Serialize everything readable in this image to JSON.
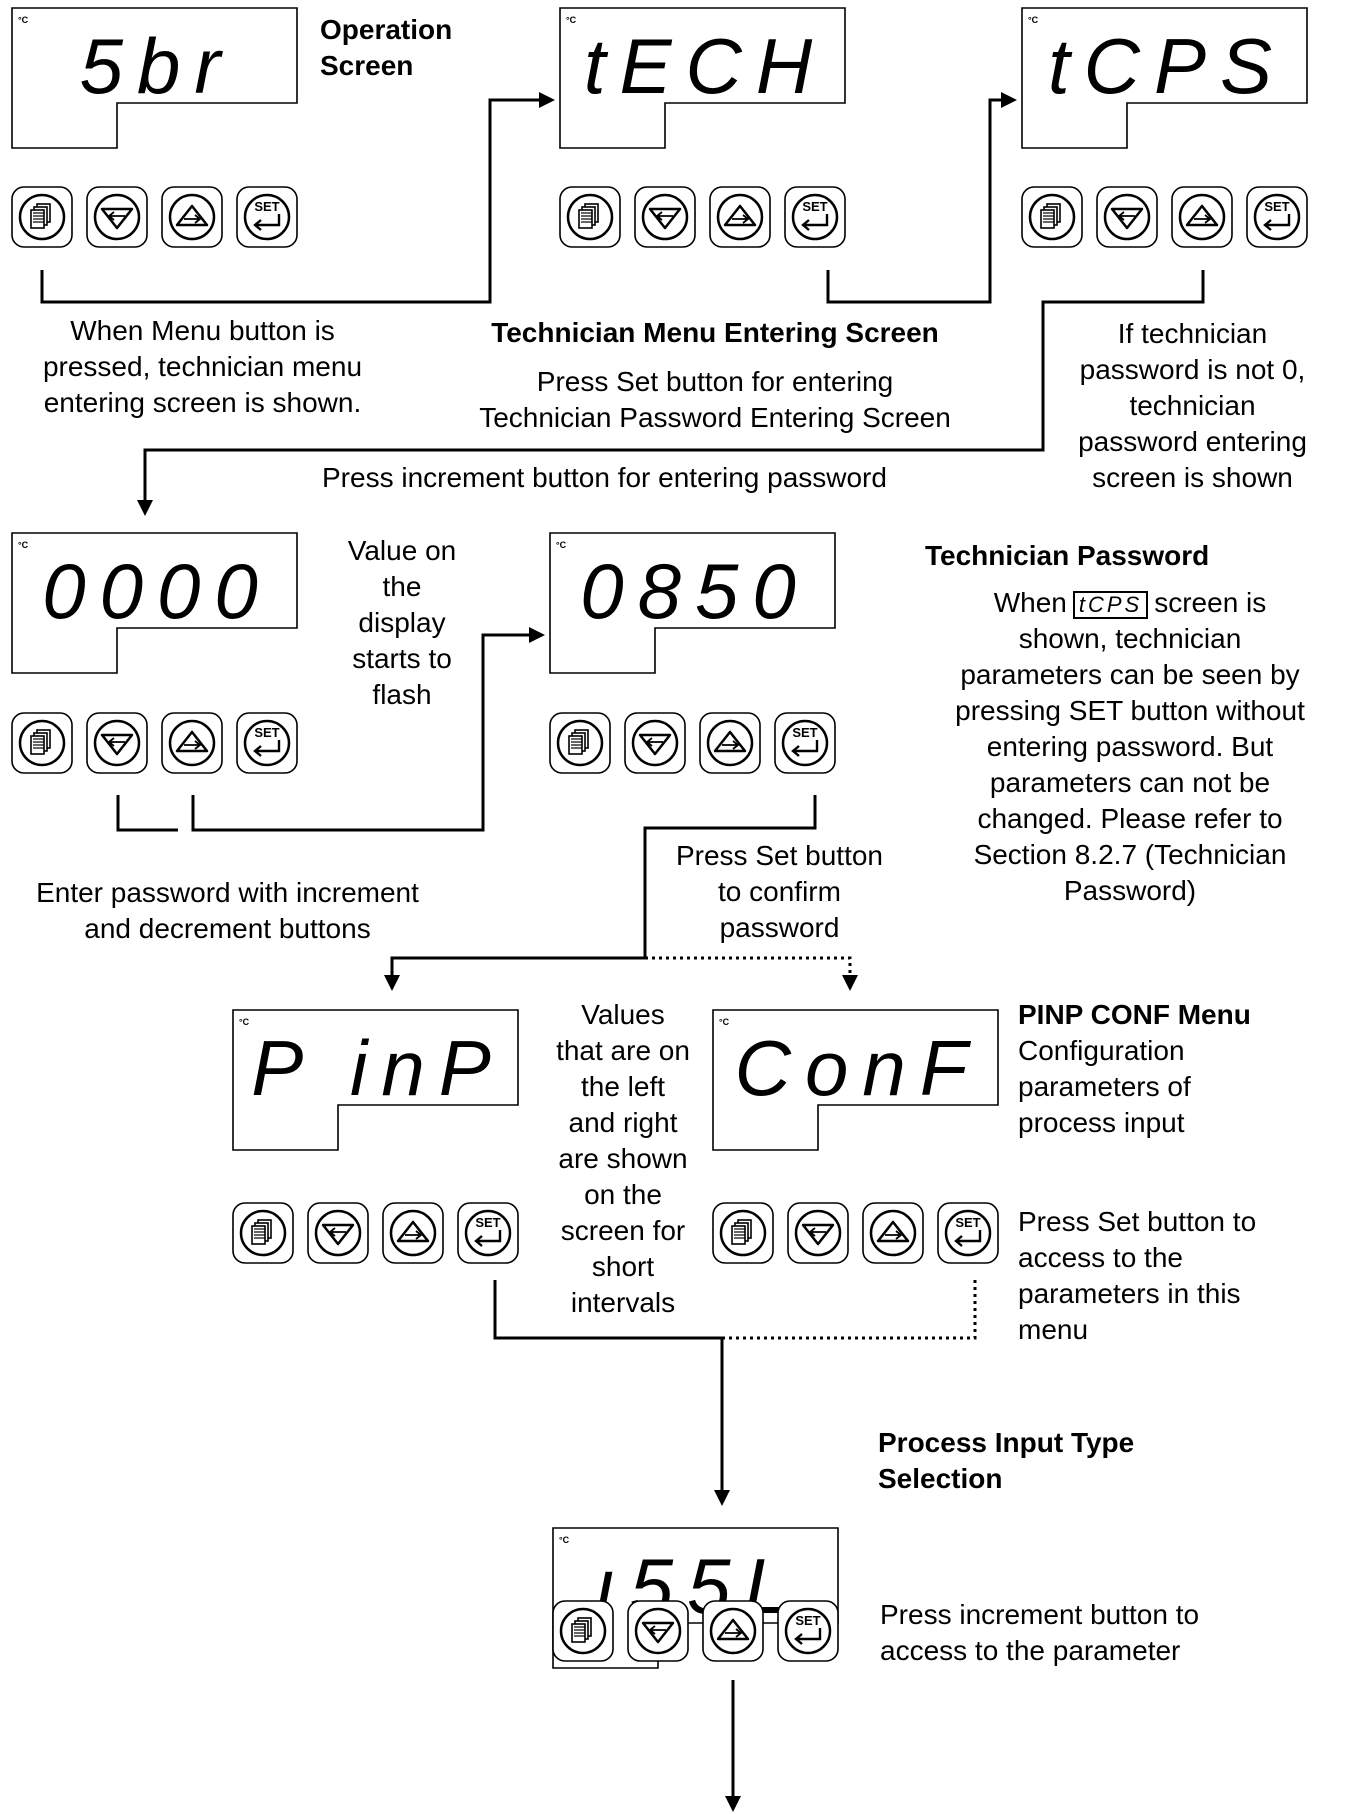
{
  "displays": [
    {
      "id": "operation",
      "text": "5br",
      "unit": "°C"
    },
    {
      "id": "tech",
      "text": "tECH",
      "unit": "°C"
    },
    {
      "id": "tcps",
      "text": "tCPS",
      "unit": "°C"
    },
    {
      "id": "pass0",
      "text": "0000",
      "unit": "°C"
    },
    {
      "id": "pass850",
      "text": "0850",
      "unit": "°C"
    },
    {
      "id": "pinp",
      "text": "P  inP",
      "unit": "°C"
    },
    {
      "id": "conf",
      "text": "ConF",
      "unit": "°C"
    },
    {
      "id": "issl",
      "text": "ı55L",
      "unit": "°C"
    }
  ],
  "buttons": {
    "menu_icon": "menu-icon",
    "decrement_icon": "decrement-icon",
    "increment_icon": "increment-icon",
    "set_label": "SET"
  },
  "labels": {
    "operation_screen": [
      "Operation",
      "Screen"
    ],
    "menu_pressed": [
      "When Menu button is",
      "pressed, technician menu",
      "entering screen is shown."
    ],
    "tech_menu_title": "Technician Menu Entering Screen",
    "tech_menu_desc": [
      "Press Set button for entering",
      "Technician Password Entering Screen"
    ],
    "password_not_zero": [
      "If technician",
      "password is not 0,",
      "technician",
      "password entering",
      "screen is shown"
    ],
    "press_increment": "Press increment button for entering password",
    "value_flash": [
      "Value on",
      "the",
      "display",
      "starts to",
      "flash"
    ],
    "tech_password_title": "Technician Password",
    "tech_password_before": "When",
    "tech_password_inline": "tCPS",
    "tech_password_after": "screen is",
    "tech_password_body": [
      "shown, technician",
      "parameters can be seen by",
      "pressing SET button without",
      "entering password. But",
      "parameters can not be",
      "changed. Please refer to",
      "Section 8.2.7 (Technician",
      "Password)"
    ],
    "confirm_password": [
      "Press Set button",
      "to confirm",
      "password"
    ],
    "enter_password": [
      "Enter password with increment",
      "and decrement buttons"
    ],
    "values_shown": [
      "Values",
      "that are on",
      "the left",
      "and right",
      "are shown",
      "on the",
      "screen for",
      "short",
      "intervals"
    ],
    "pinp_conf_title": "PINP CONF Menu",
    "pinp_conf_desc": [
      "Configuration",
      "parameters of",
      "process input"
    ],
    "press_set_access": [
      "Press Set button to",
      "access to the",
      "parameters in this",
      "menu"
    ],
    "process_input_title": [
      "Process Input Type",
      "Selection"
    ],
    "press_increment_param": [
      "Press increment button to",
      "access to the parameter"
    ]
  }
}
